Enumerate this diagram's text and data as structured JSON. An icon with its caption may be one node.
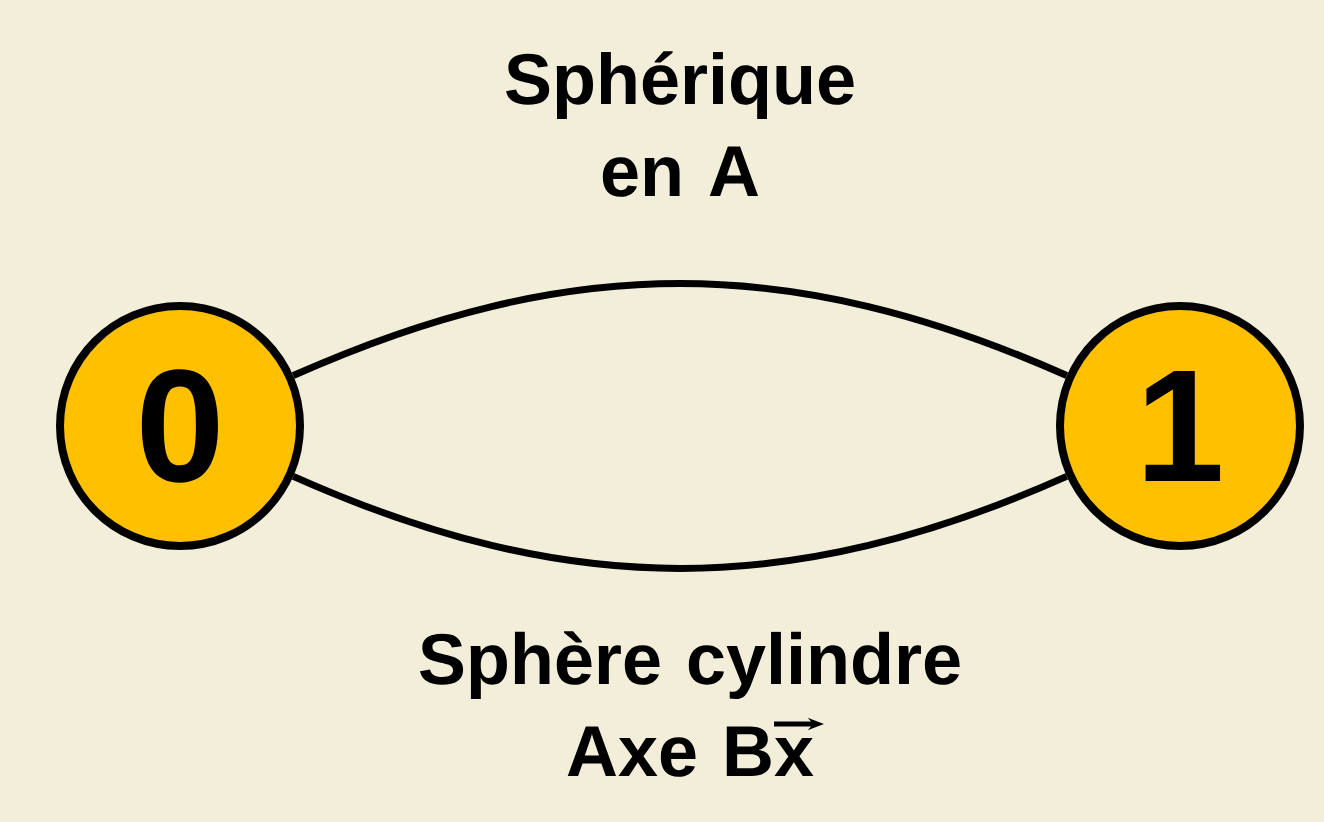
{
  "diagram": {
    "nodes": [
      {
        "text": [
          "0"
        ]
      },
      {
        "text": [
          "1"
        ]
      }
    ],
    "edges": [
      {
        "from": 0,
        "to": 1,
        "arrow": "none",
        "label": "Sphérique en A"
      },
      {
        "from": 0,
        "to": 1,
        "arrow": "none",
        "label": "Sphère cylindre Axe Bx"
      }
    ]
  }
}
